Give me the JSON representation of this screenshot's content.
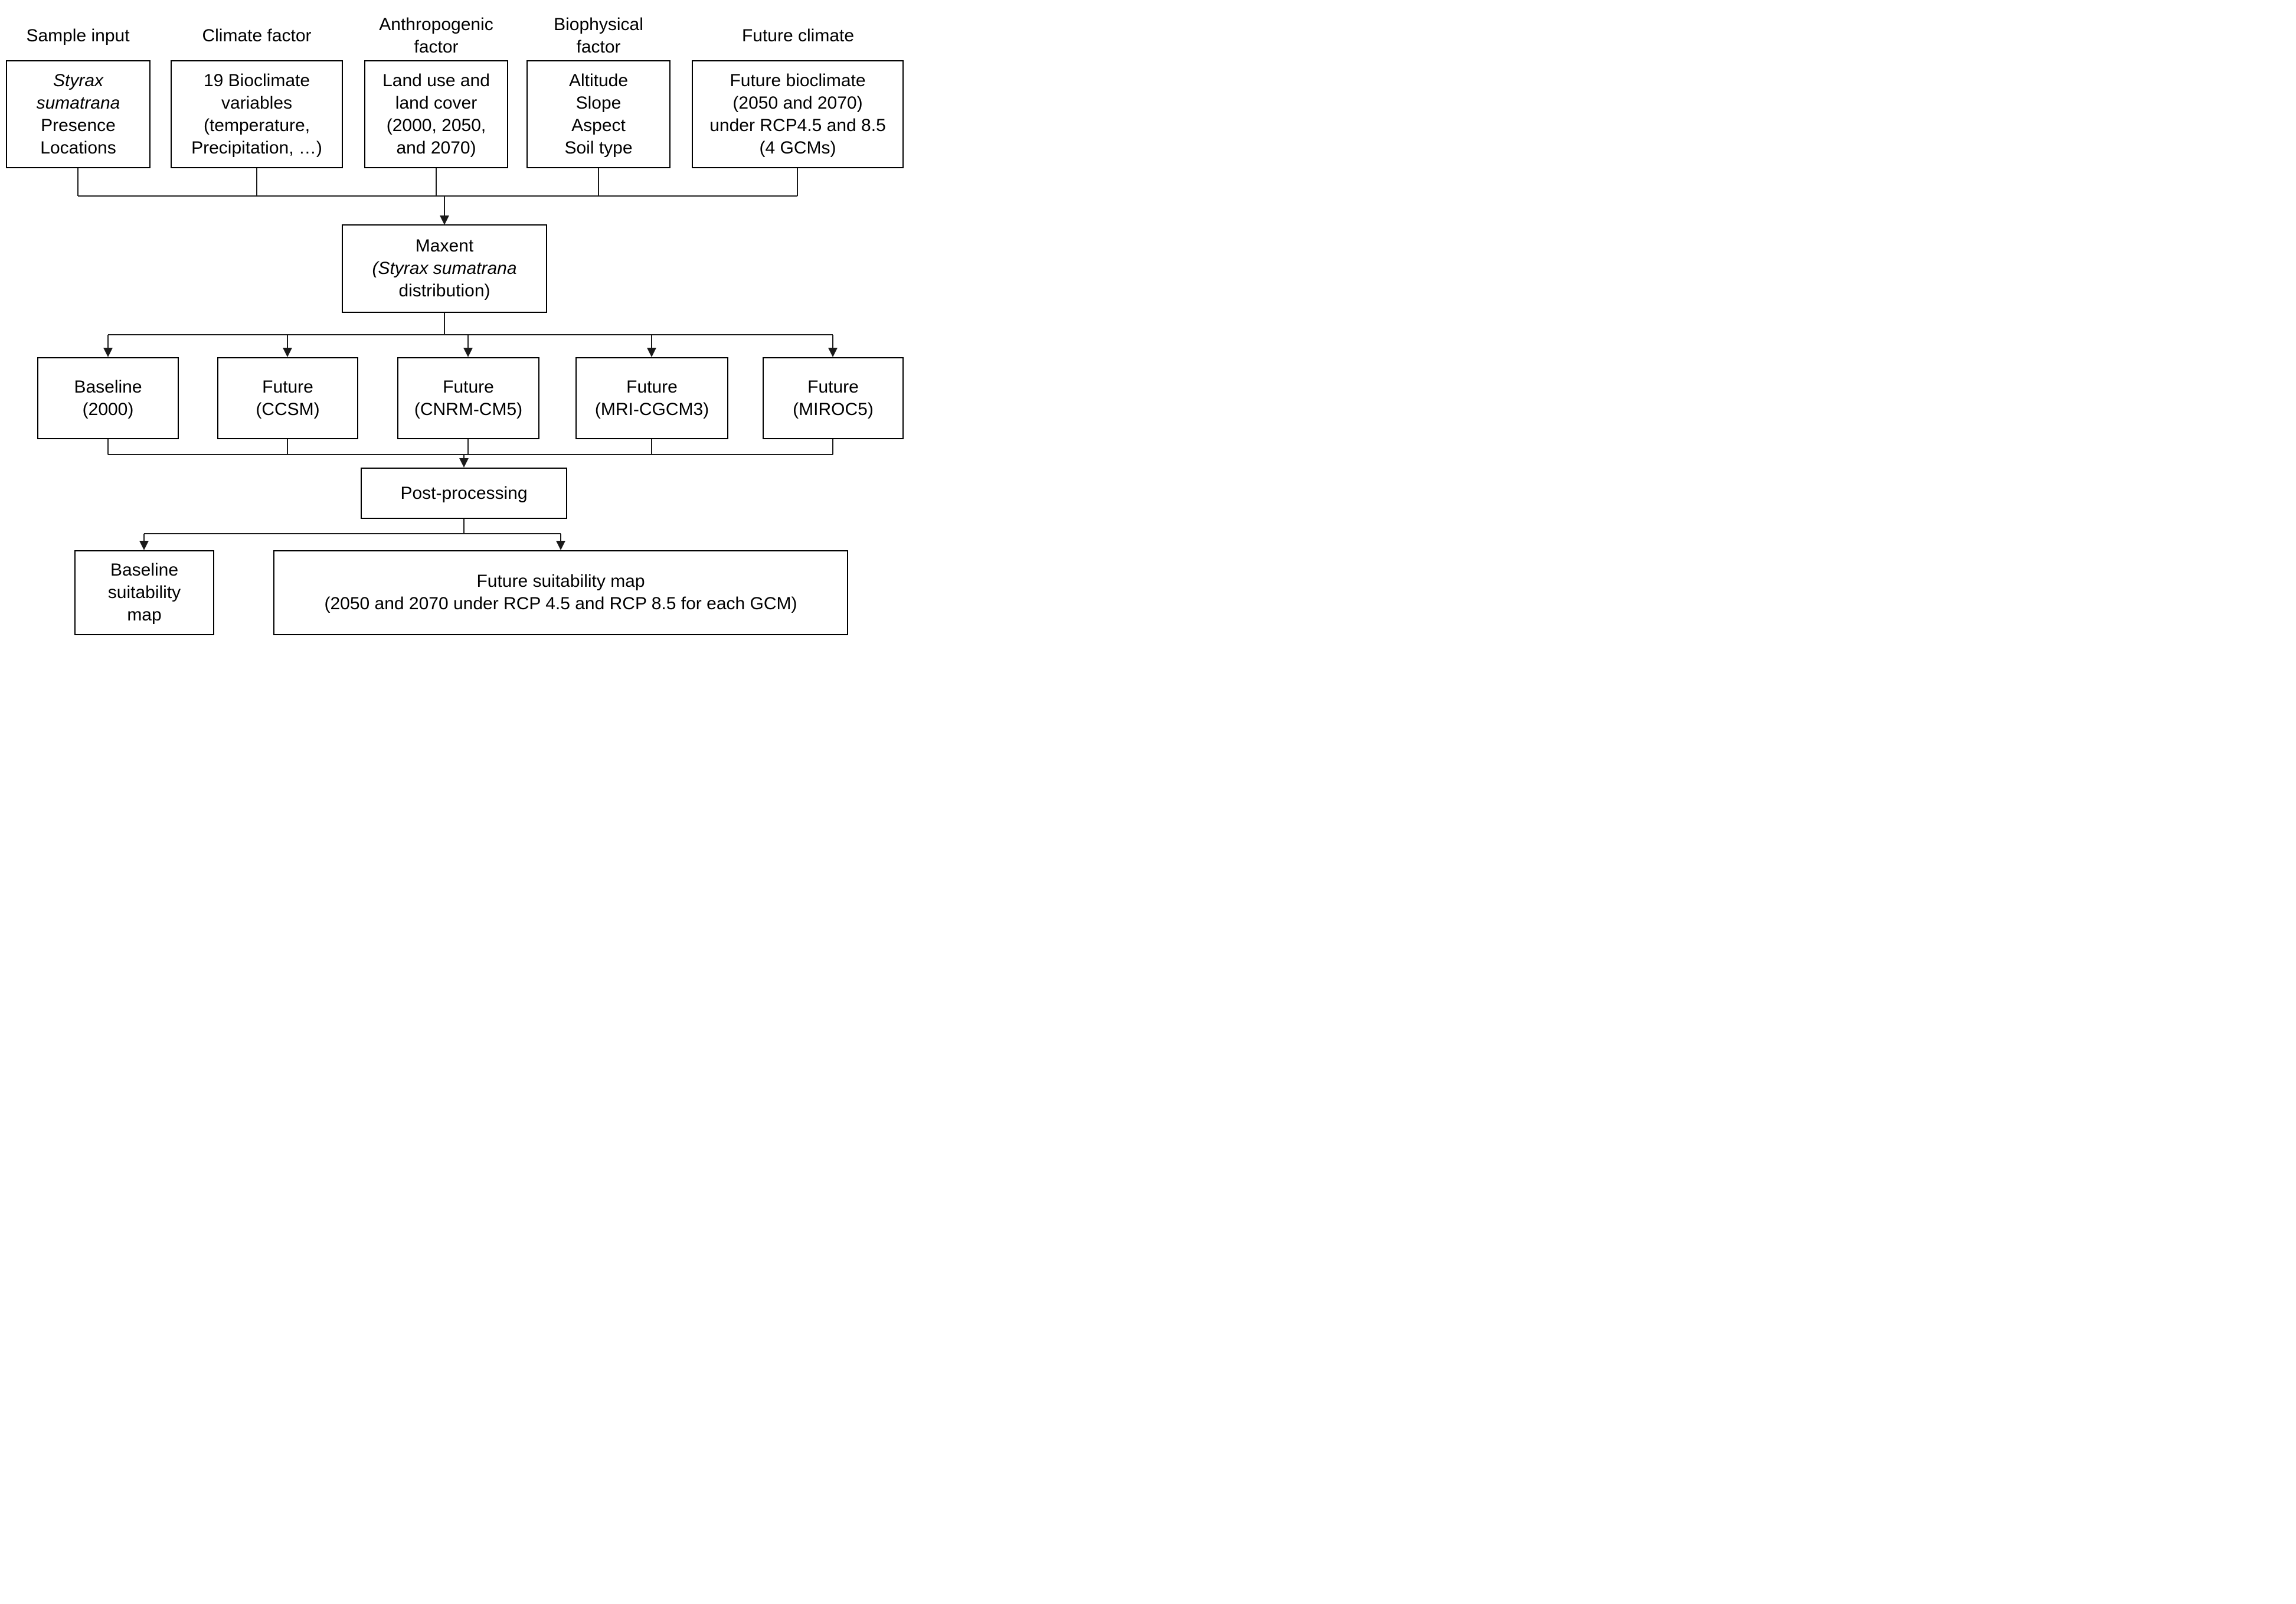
{
  "headers": {
    "sample_input": "Sample input",
    "climate_factor": "Climate factor",
    "anthropogenic_factor": "Anthropogenic factor",
    "biophysical_factor": "Biophysical factor",
    "future_climate": "Future climate"
  },
  "top_boxes": {
    "sample": {
      "l1": "Styrax",
      "l2": "sumatrana",
      "l3": "Presence",
      "l4": "Locations"
    },
    "climate": {
      "l1": "19 Bioclimate",
      "l2": "variables",
      "l3": "(temperature,",
      "l4": "Precipitation, …)"
    },
    "anthropogenic": {
      "l1": "Land use and",
      "l2": "land cover",
      "l3": "(2000, 2050,",
      "l4": "and 2070)"
    },
    "biophysical": {
      "l1": "Altitude",
      "l2": "Slope",
      "l3": "Aspect",
      "l4": "Soil type"
    },
    "future": {
      "l1": "Future bioclimate",
      "l2": "(2050 and 2070)",
      "l3": "under RCP4.5 and 8.5",
      "l4": "(4 GCMs)"
    }
  },
  "maxent": {
    "l1": "Maxent",
    "l2": "(Styrax sumatrana",
    "l3": "distribution)"
  },
  "model_boxes": {
    "baseline": {
      "l1": "Baseline",
      "l2": "(2000)"
    },
    "ccsm": {
      "l1": "Future",
      "l2": "(CCSM)"
    },
    "cnrm": {
      "l1": "Future",
      "l2": "(CNRM-CM5)"
    },
    "mri": {
      "l1": "Future",
      "l2": "(MRI-CGCM3)"
    },
    "miroc": {
      "l1": "Future",
      "l2": "(MIROC5)"
    }
  },
  "post_processing": {
    "label": "Post-processing"
  },
  "outputs": {
    "baseline_map": {
      "l1": "Baseline",
      "l2": "suitability",
      "l3": "map"
    },
    "future_map": {
      "l1": "Future suitability map",
      "l2": "(2050 and 2070 under RCP 4.5 and RCP 8.5 for each GCM)"
    }
  },
  "colors": {
    "line": "#1a1a1a",
    "border": "#000000",
    "background": "#ffffff"
  }
}
